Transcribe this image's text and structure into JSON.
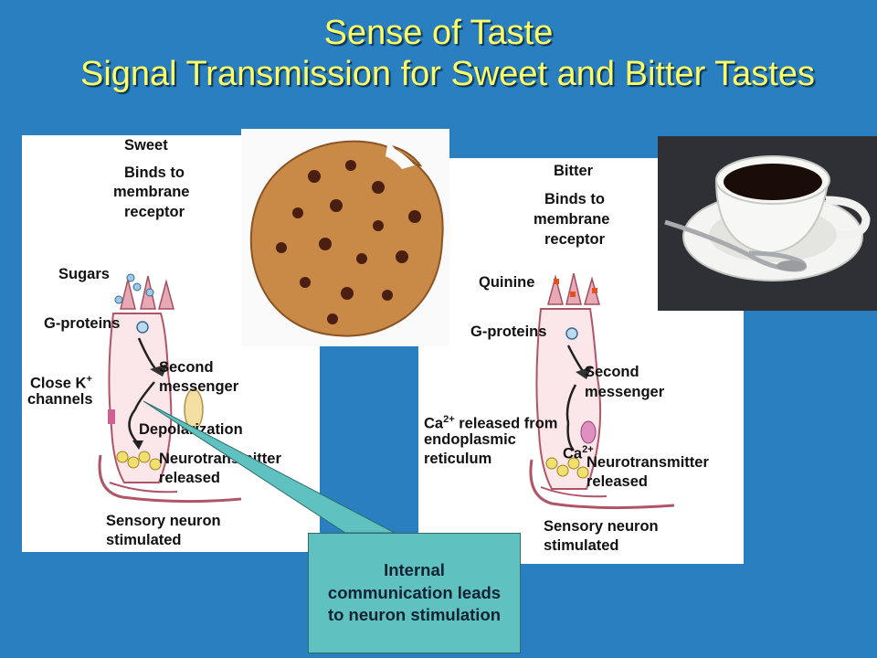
{
  "title": {
    "line1": "Sense of Taste",
    "line2": "Signal Transmission for Sweet and Bitter Tastes"
  },
  "sweet": {
    "heading": "Sweet",
    "receptor": [
      "Binds to",
      "membrane",
      "receptor"
    ],
    "sugars": "Sugars",
    "gproteins": "G-proteins",
    "close_k": "Close K",
    "close_k_sup": "+",
    "channels": "channels",
    "second_messenger": [
      "Second",
      "messenger"
    ],
    "depolarization": "Depolarization",
    "neurotransmitter": [
      "Neurotransmitter",
      "released"
    ],
    "sensory": [
      "Sensory neuron",
      "stimulated"
    ]
  },
  "bitter": {
    "heading": "Bitter",
    "receptor": [
      "Binds to",
      "membrane",
      "receptor"
    ],
    "quinine": "Quinine",
    "gproteins": "G-proteins",
    "second_messenger": [
      "Second",
      "messenger"
    ],
    "ca_released": [
      "Ca",
      "2+",
      " released from"
    ],
    "endoplasmic": [
      "endoplasmic",
      "reticulum"
    ],
    "ca_ion": [
      "Ca",
      "2+"
    ],
    "neurotransmitter": [
      "Neurotransmitter",
      "released"
    ],
    "sensory": [
      "Sensory neuron",
      "stimulated"
    ]
  },
  "callout": {
    "text": "Internal communication leads to neuron stimulation"
  },
  "colors": {
    "background": "#2a7fc0",
    "title": "#ffff66",
    "callout": "#5fc2c0",
    "cell_membrane": "#e8a8b4",
    "vesicle": "#f0e070"
  },
  "images": {
    "cookie": "chocolate-chip-cookie",
    "coffee": "coffee-cup"
  }
}
